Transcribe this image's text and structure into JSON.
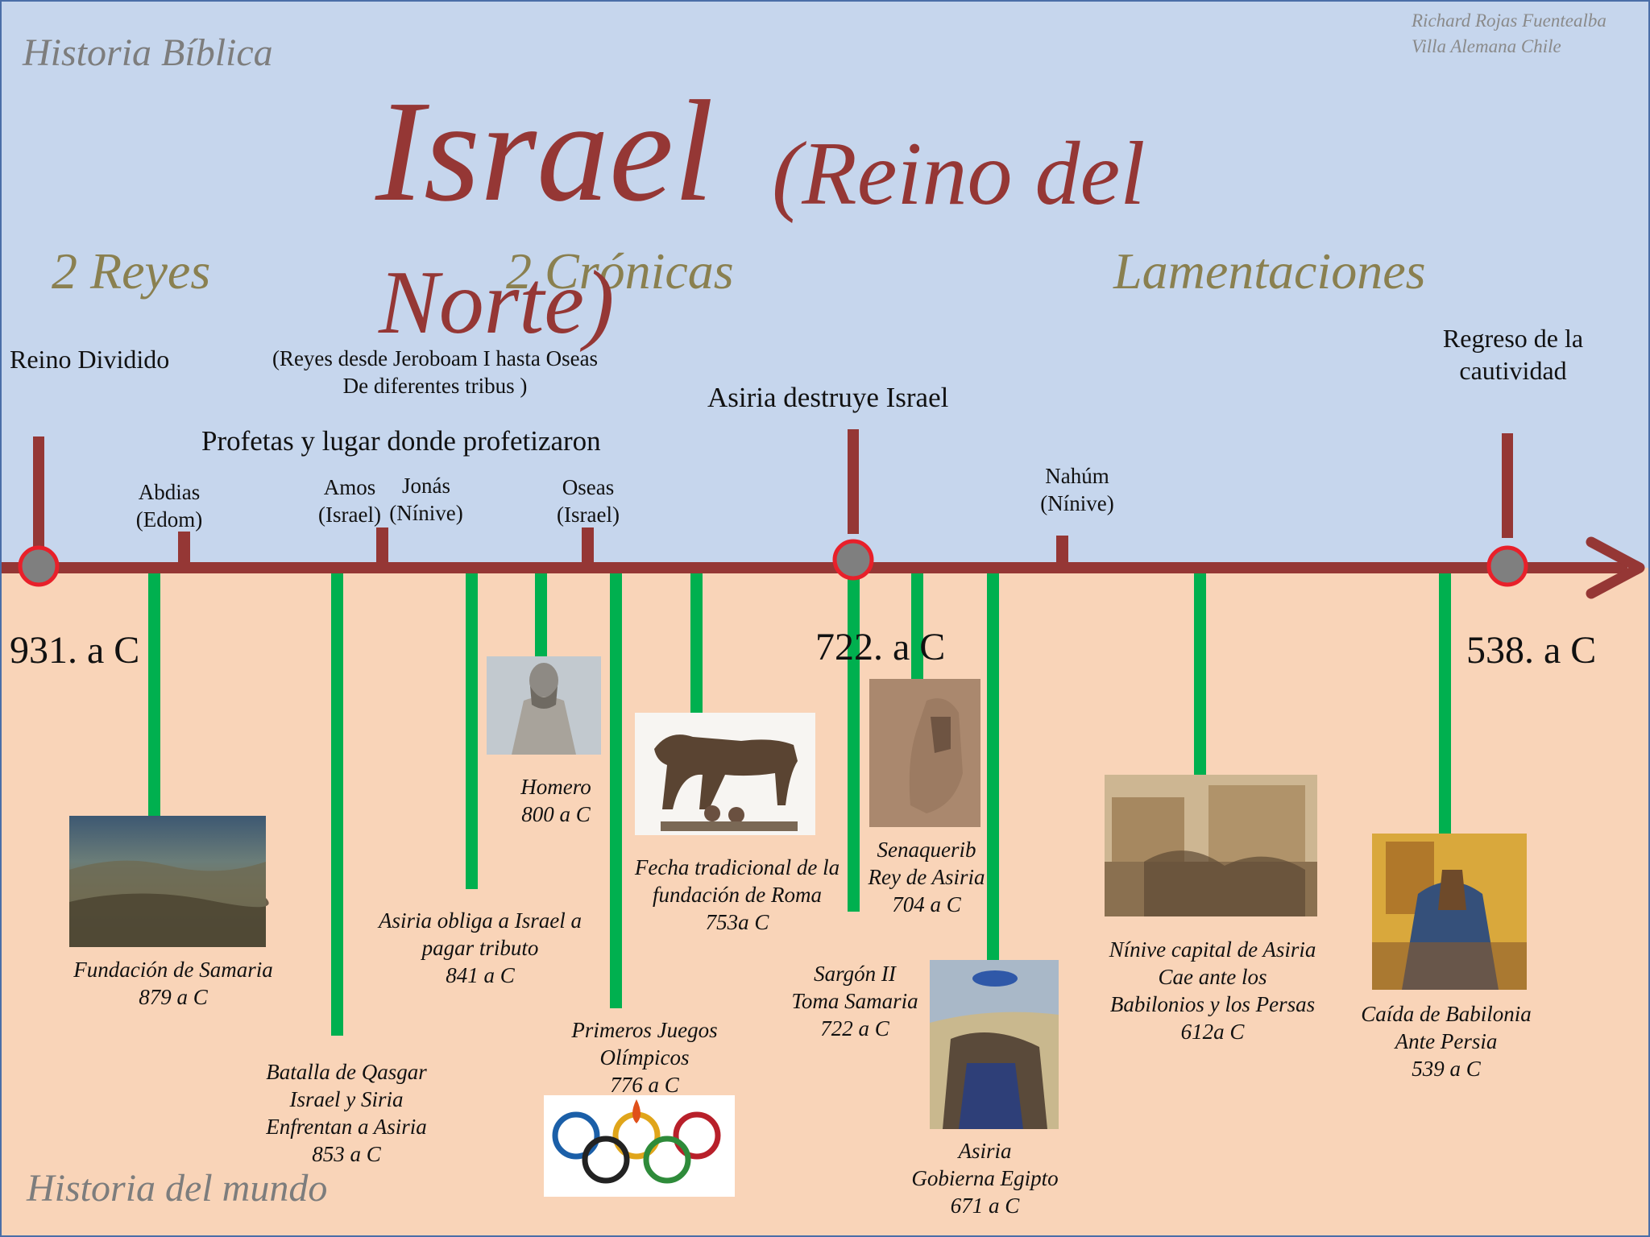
{
  "header": {
    "section_top": "Historia Bíblica",
    "section_bottom": "Historia del mundo",
    "credit_line1": "Richard Rojas Fuentealba",
    "credit_line2": "Villa Alemana Chile",
    "title_main": "Israel",
    "title_sub1": "(Reino del",
    "title_sub2": "Norte)"
  },
  "books": [
    "2 Reyes",
    "2 Crónicas",
    "Lamentaciones"
  ],
  "labels": {
    "reino_dividido": "Reino Dividido",
    "reyes_line1": "(Reyes  desde Jeroboam I    hasta Oseas",
    "reyes_line2": "De diferentes tribus )",
    "profetas": "Profetas  y  lugar donde profetizaron",
    "asiria_destruye": "Asiria  destruye   Israel",
    "regreso_line1": "Regreso de la",
    "regreso_line2": "cautividad"
  },
  "prophets": {
    "abdias": [
      "Abdias",
      "(Edom)"
    ],
    "amos": [
      "Amos",
      "(Israel)"
    ],
    "jonas": [
      "Jonás",
      "(Nínive)"
    ],
    "oseas": [
      "Oseas",
      "(Israel)"
    ],
    "nahum": [
      "Nahúm",
      "(Nínive)"
    ]
  },
  "years": [
    "931. a C",
    "722. a C",
    "538. a C"
  ],
  "events": {
    "samaria": [
      "Fundación de Samaria",
      "879  a C"
    ],
    "qasgar": [
      "Batalla de Qasgar",
      "Israel y Siria",
      "Enfrentan a Asiria",
      "853 a C"
    ],
    "tributo": [
      "Asiria obliga a Israel  a",
      "pagar tributo",
      "841 a C"
    ],
    "homero": [
      "Homero",
      "800 a C"
    ],
    "olimpicos": [
      "Primeros Juegos",
      "Olímpicos",
      "776  a C"
    ],
    "roma": [
      "Fecha tradicional de la",
      "fundación de Roma",
      "753a C"
    ],
    "sargon": [
      "Sargón II",
      "Toma Samaria",
      "722 a C"
    ],
    "senaquerib": [
      "Senaquerib",
      "Rey de Asiria",
      "704  a C"
    ],
    "egipto": [
      "Asiria",
      "Gobierna Egipto",
      "671 a C"
    ],
    "ninive": [
      "Nínive capital de Asiria",
      "Cae  ante los",
      "Babilonios y los Persas",
      "612a C"
    ],
    "babilonia": [
      "Caída de Babilonia",
      "Ante Persia",
      "539 a C"
    ]
  },
  "colors": {
    "timeline": "#953735",
    "event_line": "#00b04f",
    "top_bg": "#c6d6ed",
    "bottom_bg": "#f9d4b8",
    "marker_ring": "#e8202a",
    "marker_fill": "#7f7f7f"
  }
}
